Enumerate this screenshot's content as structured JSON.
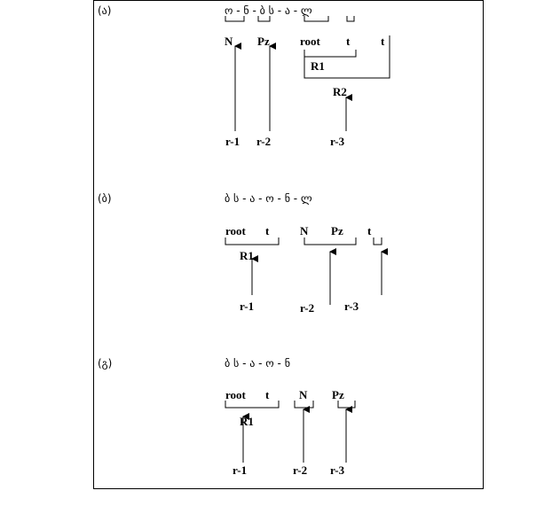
{
  "panels": [
    {
      "label": "(ა)",
      "word": "ო -  ნ  -  ბ ს  -  ა  -  ლ",
      "segments": [
        "N",
        "Pz",
        "root",
        "t",
        "t"
      ],
      "groups": [
        "R1",
        "R2"
      ],
      "rules": [
        "r-1",
        "r-2",
        "r-3"
      ]
    },
    {
      "label": "(ბ)",
      "word": "ბ ს  -  ა   -   ო  -  ნ  -  ლ",
      "segments": [
        "root",
        "t",
        "N",
        "Pz",
        "t"
      ],
      "groups": [
        "R1"
      ],
      "rules": [
        "r-1",
        "r-2",
        "r-3"
      ]
    },
    {
      "label": "(გ)",
      "word": "ბ ს  -  ა   -  ო  -  ნ",
      "segments": [
        "root",
        "t",
        "N",
        "Pz"
      ],
      "groups": [
        "R1"
      ],
      "rules": [
        "r-1",
        "r-2",
        "r-3"
      ]
    }
  ],
  "colors": {
    "ink": "#000000",
    "background": "#ffffff"
  }
}
